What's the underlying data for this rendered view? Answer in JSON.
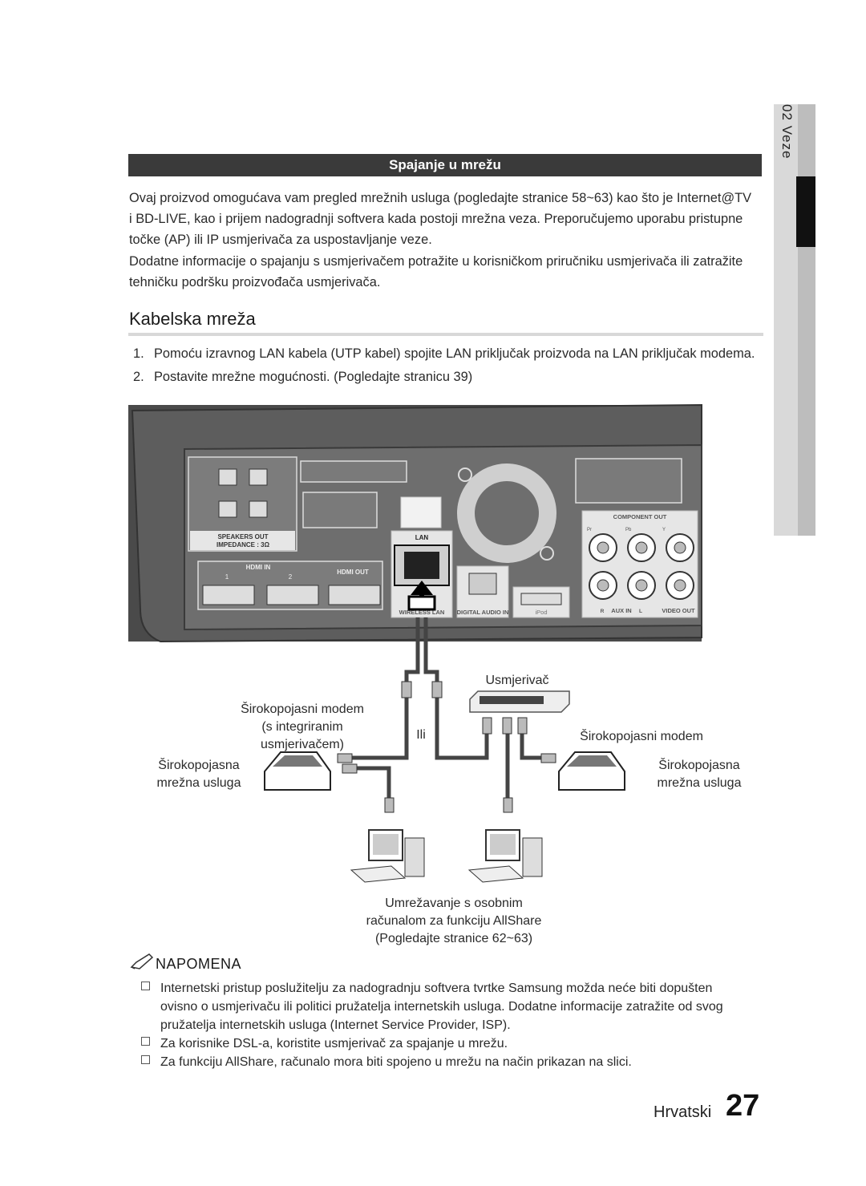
{
  "side_tab": {
    "label": "02  Veze"
  },
  "section": {
    "title": "Spajanje u mrežu"
  },
  "intro": {
    "para1": "Ovaj proizvod omogućava vam pregled mrežnih usluga (pogledajte stranice 58~63) kao što je Internet@TV i BD-LIVE, kao i prijem nadogradnji softvera kada postoji mrežna veza. Preporučujemo uporabu pristupne točke (AP) ili IP usmjerivača za uspostavljanje veze.",
    "para2": "Dodatne informacije o spajanju s usmjerivačem potražite u korisničkom priručniku usmjerivača ili zatražite tehničku podršku proizvođača usmjerivača."
  },
  "heading": "Kabelska mreža",
  "steps": [
    {
      "num": "1.",
      "text": "Pomoću izravnog LAN kabela (UTP kabel) spojite LAN priključak proizvoda na LAN priključak modema."
    },
    {
      "num": "2.",
      "text": "Postavite mrežne mogućnosti. (Pogledajte stranicu 39)"
    }
  ],
  "device_panel": {
    "speakers_out": "SPEAKERS OUT",
    "impedance": "IMPEDANCE : 3Ω",
    "hdmi_in": "HDMI IN",
    "hdmi_in_1": "1",
    "hdmi_in_2": "2",
    "hdmi_out": "HDMI OUT",
    "lan": "LAN",
    "wireless_lan": "WIRELESS LAN",
    "digital_audio_in": "DIGITAL AUDIO IN",
    "ipod": "iPod",
    "component_out": "COMPONENT OUT",
    "aux_in": "AUX IN",
    "video_out": "VIDEO OUT",
    "aux_r": "R",
    "aux_l": "L",
    "pr": "Pr",
    "pb": "Pb",
    "y": "Y"
  },
  "diagram": {
    "modem_left_label_1": "Širokopojasni modem",
    "modem_left_label_2": "(s integriranim",
    "modem_left_label_3": "usmjerivačem)",
    "service_left_1": "Širokopojasna",
    "service_left_2": "mrežna usluga",
    "or_label": "Ili",
    "router_label": "Usmjerivač",
    "modem_right_label": "Širokopojasni modem",
    "service_right_1": "Širokopojasna",
    "service_right_2": "mrežna usluga",
    "pc_caption_1": "Umrežavanje s osobnim",
    "pc_caption_2": "računalom za funkciju AllShare",
    "pc_caption_3": "(Pogledajte stranice 62~63)"
  },
  "note": {
    "title": "NAPOMENA",
    "items": [
      "Internetski pristup poslužitelju za nadogradnju softvera tvrtke Samsung možda neće biti dopušten ovisno o usmjerivaču ili politici pružatelja internetskih usluga. Dodatne informacije zatražite od svog pružatelja internetskih usluga (Internet Service Provider, ISP).",
      "Za korisnike DSL-a, koristite usmjerivač za spajanje u mrežu.",
      "Za funkciju AllShare, računalo mora biti spojeno u mrežu na način prikazan na slici."
    ]
  },
  "footer": {
    "language": "Hrvatski",
    "page": "27"
  }
}
